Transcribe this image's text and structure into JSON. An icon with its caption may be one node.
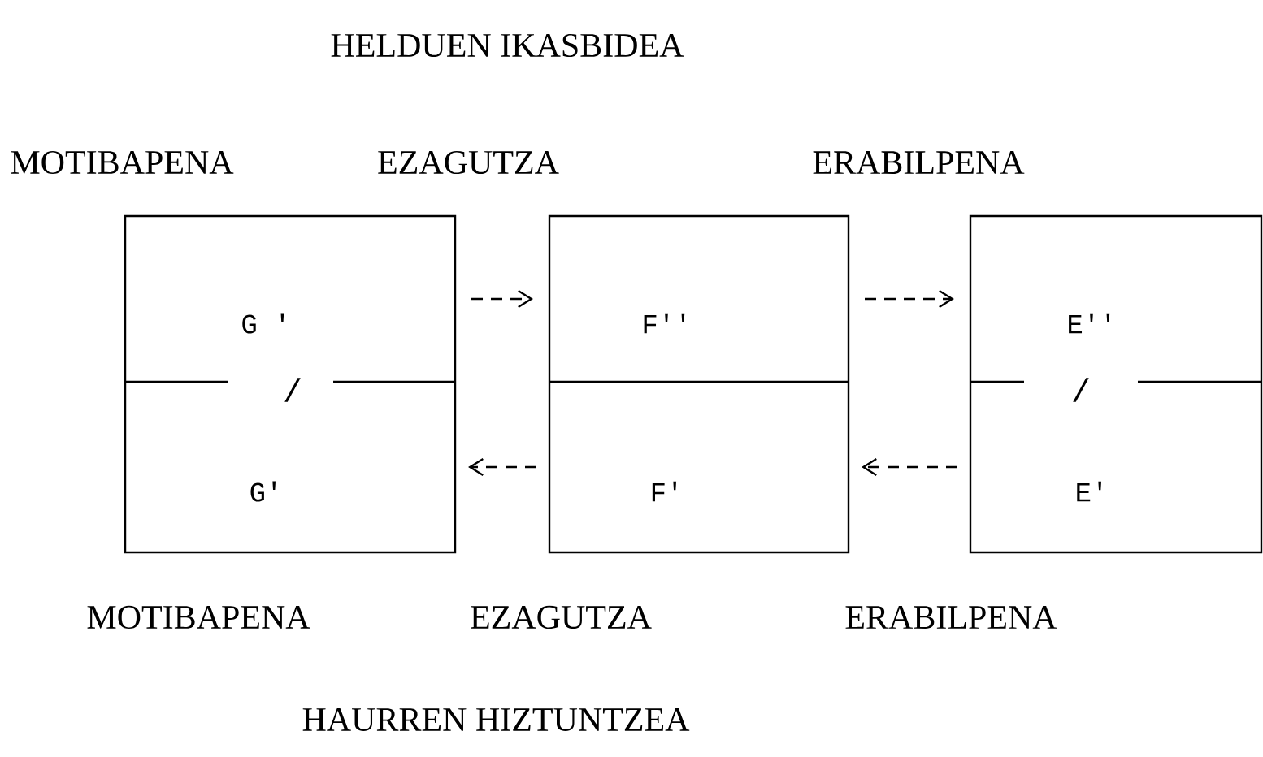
{
  "diagram": {
    "title": "HELDUEN IKASBIDEA",
    "caption": "HAURREN HIZTUNTZEA",
    "nodes": [
      {
        "text": [
          "G '"
        ]
      },
      {
        "text": [
          "F''"
        ]
      },
      {
        "text": [
          "E''"
        ]
      },
      {
        "text": [
          "G'"
        ]
      },
      {
        "text": [
          "F'"
        ]
      },
      {
        "text": [
          "E'"
        ]
      }
    ],
    "edges": [
      {
        "from": 0,
        "to": 1,
        "arrow": "to",
        "style": "dashed"
      },
      {
        "from": 1,
        "to": 2,
        "arrow": "to",
        "style": "dashed"
      },
      {
        "from": 4,
        "to": 3,
        "arrow": "to",
        "style": "dashed"
      },
      {
        "from": 5,
        "to": 4,
        "arrow": "to",
        "style": "dashed"
      }
    ],
    "labels": [
      "MOTIBAPENA",
      "EZAGUTZA",
      "ERABILPENA",
      "/",
      "/",
      "MOTIBAPENA",
      "EZAGUTZA",
      "ERABILPENA"
    ]
  }
}
